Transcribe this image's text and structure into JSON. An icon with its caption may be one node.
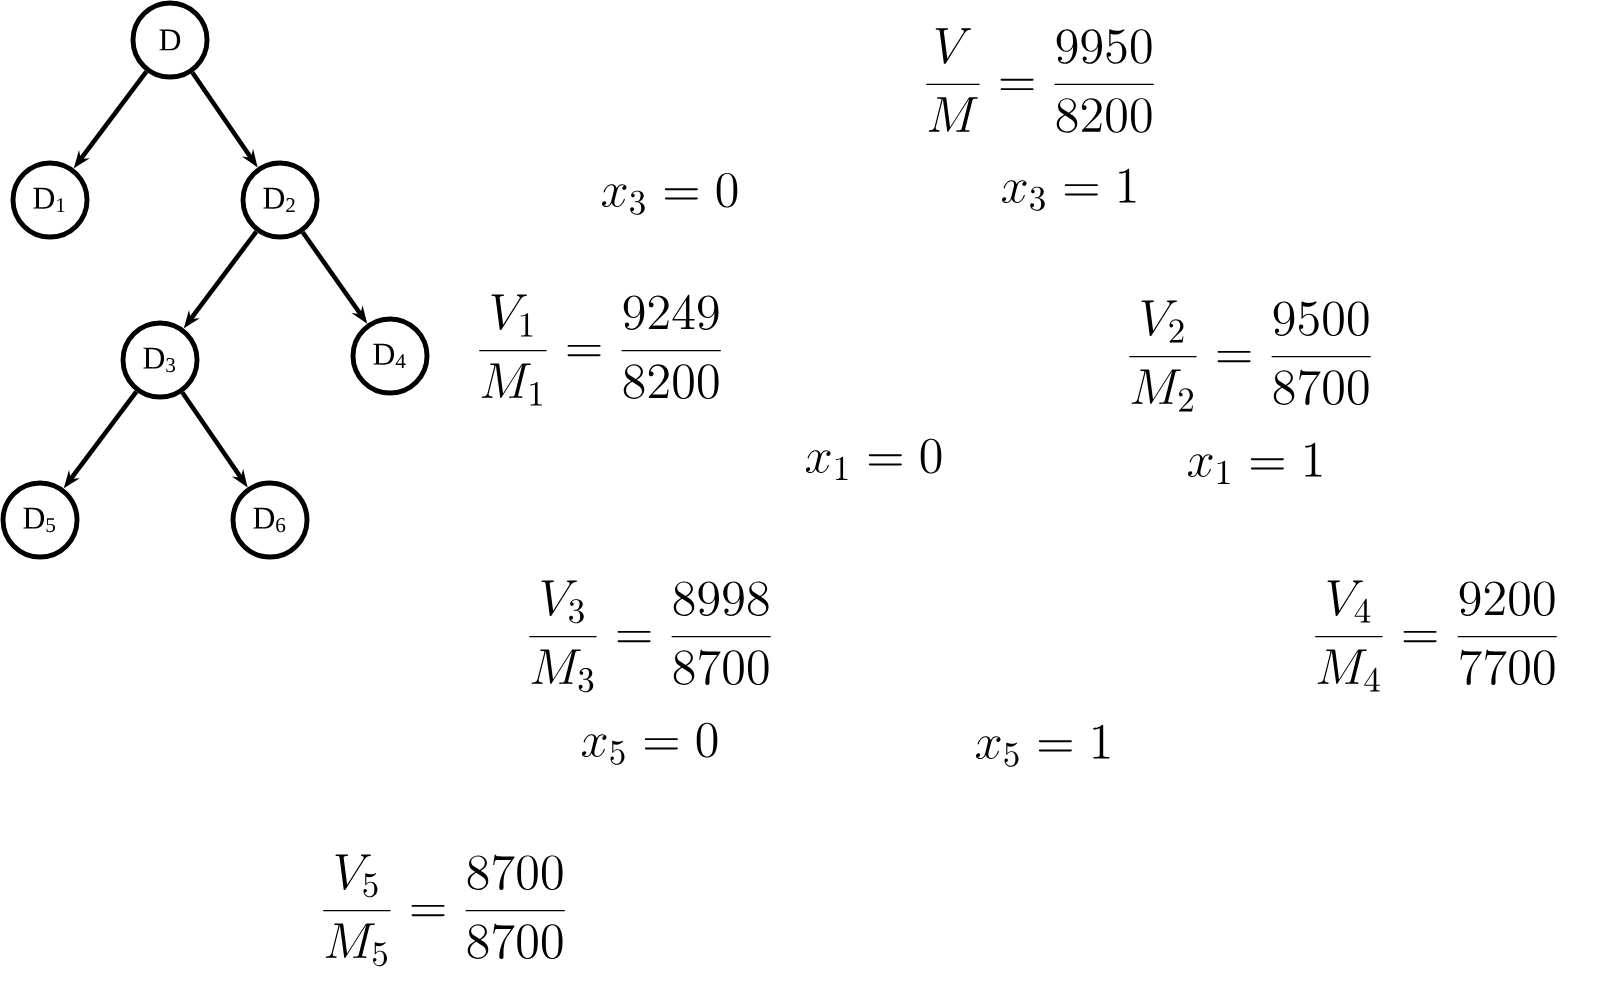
{
  "diagram": {
    "nodes": [
      {
        "text": [
          "D"
        ]
      },
      {
        "text": [
          "D$_{1}$"
        ]
      },
      {
        "text": [
          "D$_{2}$"
        ]
      },
      {
        "text": [
          "D$_{3}$"
        ]
      },
      {
        "text": [
          "D$_{4}$"
        ]
      },
      {
        "text": [
          "D$_{5}$"
        ]
      },
      {
        "text": [
          "D$_{6}$"
        ]
      }
    ],
    "edges": [
      {
        "from": 0,
        "to": 1,
        "arrow": "to"
      },
      {
        "from": 0,
        "to": 2,
        "arrow": "to"
      },
      {
        "from": 2,
        "to": 3,
        "arrow": "to"
      },
      {
        "from": 2,
        "to": 4,
        "arrow": "to"
      },
      {
        "from": 3,
        "to": 5,
        "arrow": "to"
      },
      {
        "from": 3,
        "to": 6,
        "arrow": "to"
      }
    ],
    "labels": [
      "\\frac{V}{M}=\\frac{9950}{8200}",
      "x_3=0",
      "x_3=1",
      "\\frac{V_1}{M_1}=\\frac{9249}{8200}",
      "\\frac{V_2}{M_2}=\\frac{9500}{8700}",
      "x_1=0",
      "x_1=1",
      "\\frac{V_3}{M_3}=\\frac{8998}{8700}",
      "\\frac{V_4}{M_4}=\\frac{9200}{7700}",
      "x_5=0",
      "x_5=1",
      "\\frac{V_5}{M_5}=\\frac{8700}{8700}"
    ]
  }
}
